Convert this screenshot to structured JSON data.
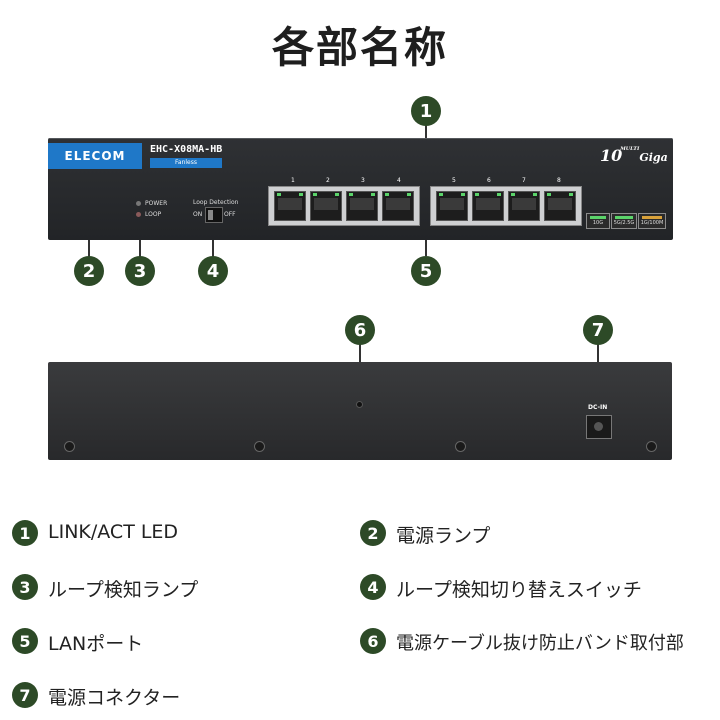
{
  "title": "各部名称",
  "front_panel": {
    "brand": "ELECOM",
    "model": "EHC-X08MA-HB",
    "model_tag": "Fanless",
    "logo_number": "10",
    "logo_multi": "MULTI",
    "logo_word": "Giga",
    "power_label": "POWER",
    "loop_label": "LOOP",
    "loop_detection_label": "Loop Detection",
    "switch_on": "ON",
    "switch_off": "OFF",
    "port_numbers": [
      "1",
      "2",
      "3",
      "4",
      "5",
      "6",
      "7",
      "8"
    ],
    "speed_labels": [
      "10G",
      "5G/2.5G",
      "1G/100M"
    ]
  },
  "back_panel": {
    "dc_label": "DC-IN"
  },
  "callouts": [
    "1",
    "2",
    "3",
    "4",
    "5",
    "6",
    "7"
  ],
  "legend": [
    {
      "num": "1",
      "text": "LINK/ACT LED"
    },
    {
      "num": "2",
      "text": "電源ランプ"
    },
    {
      "num": "3",
      "text": "ループ検知ランプ"
    },
    {
      "num": "4",
      "text": "ループ検知切り替えスイッチ"
    },
    {
      "num": "5",
      "text": "LANポート"
    },
    {
      "num": "6",
      "text": "電源ケーブル抜け防止バンド取付部"
    },
    {
      "num": "7",
      "text": "電源コネクター"
    }
  ],
  "colors": {
    "badge": "#2d4a27",
    "brand_blue": "#1f78c8",
    "led_green": "#5bd46a"
  }
}
